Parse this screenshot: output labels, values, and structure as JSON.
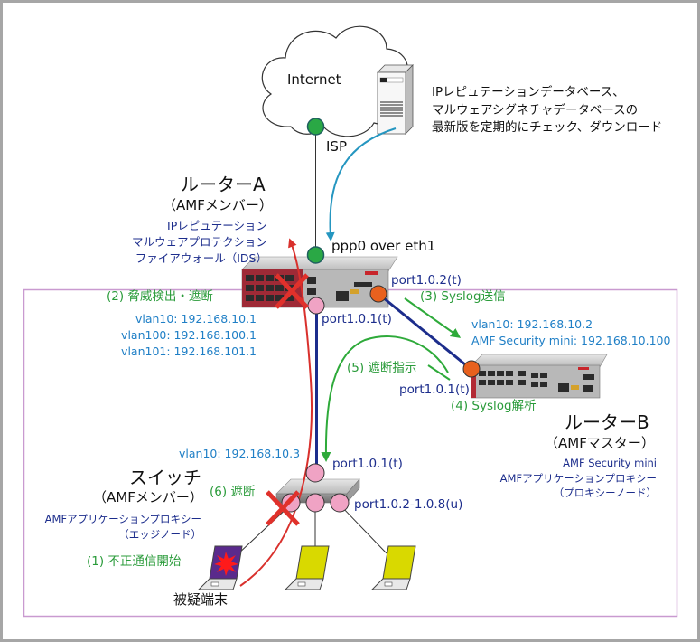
{
  "colors": {
    "frame": "#a6a6a6",
    "area_box": "#c99ad0",
    "syslog_green": "#2eaa3a",
    "download_blue": "#2596c0",
    "threat_red": "#d9302c",
    "trunk_navy": "#1c2d8c",
    "port_green": "#2aa845",
    "port_orange": "#e8611e",
    "port_pink": "#f0a3c4",
    "laptop_screen": "#d9d900",
    "infected_screen": "#5a2a8c"
  },
  "internet": {
    "label": "Internet",
    "isp_label": "ISP"
  },
  "update_server": {
    "description_lines": [
      "IPレピュテーションデータベース、",
      "マルウェアシグネチャデータベースの",
      "最新版を定期的にチェック、ダウンロード"
    ]
  },
  "router_a": {
    "name": "ルーターA",
    "role": "（AMFメンバー）",
    "features": [
      "IPレピュテーション",
      "マルウェアプロテクション",
      "ファイアウォール（IDS）"
    ],
    "wan_port": "ppp0 over eth1",
    "syslog_port": "port1.0.2(t)",
    "lan_port": "port1.0.1(t)",
    "vlans": [
      "vlan10: 192.168.10.1",
      "vlan100: 192.168.100.1",
      "vlan101: 192.168.101.1"
    ]
  },
  "router_b": {
    "name": "ルーターB",
    "role": "（AMFマスター）",
    "features": [
      "AMF Security mini",
      "AMFアプリケーションプロキシー",
      "（プロキシーノード）"
    ],
    "port": "port1.0.1(t)",
    "vlans": [
      "vlan10: 192.168.10.2",
      "AMF Security mini: 192.168.10.100"
    ]
  },
  "switch": {
    "name": "スイッチ",
    "role": "（AMFメンバー）",
    "features": [
      "AMFアプリケーションプロキシー",
      "（エッジノード）"
    ],
    "vlan": "vlan10: 192.168.10.3",
    "uplink_port": "port1.0.1(t)",
    "access_ports": "port1.0.2-1.0.8(u)"
  },
  "terminals": {
    "suspect_label": "被疑端末"
  },
  "steps": [
    "(1) 不正通信開始",
    "(2) 脅威検出・遮断",
    "(3) Syslog送信",
    "(4) Syslog解析",
    "(5) 遮断指示",
    "(6) 遮断"
  ]
}
